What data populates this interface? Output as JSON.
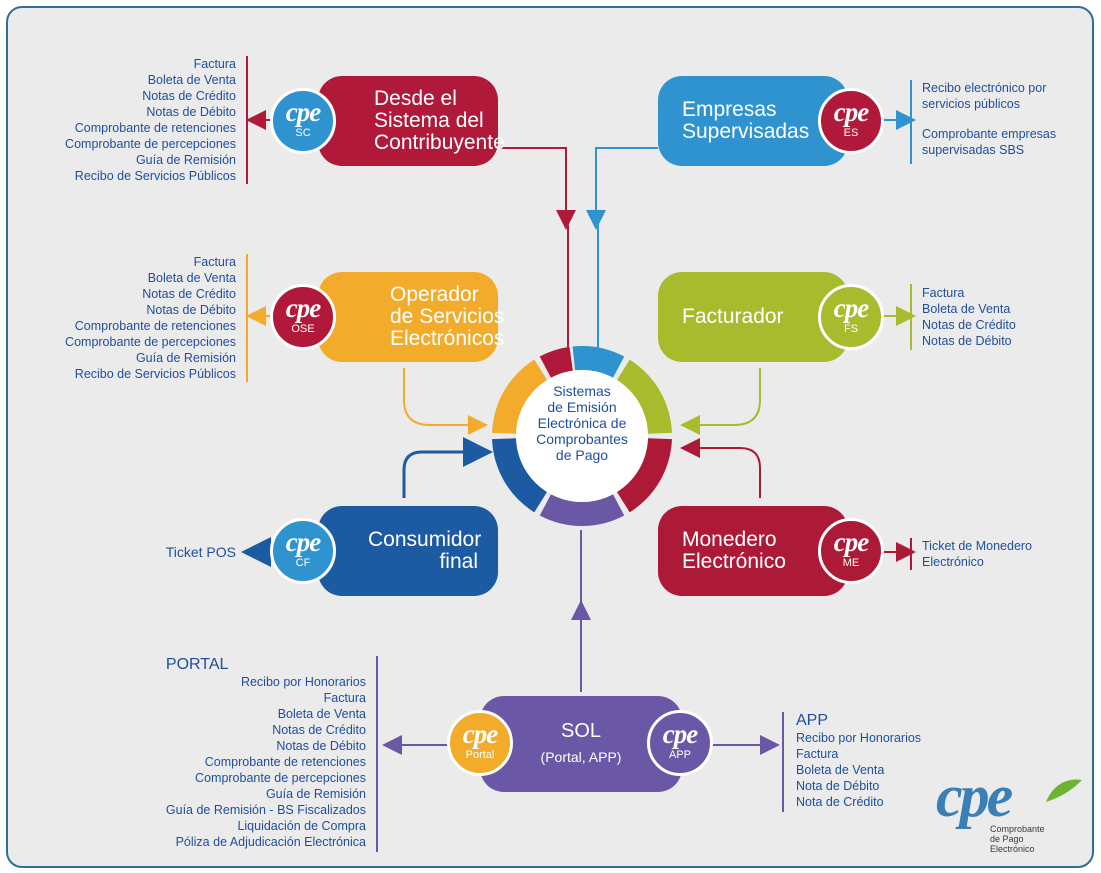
{
  "colors": {
    "sc": "#b0193a",
    "es": "#2f93d0",
    "ose": "#f2ab2a",
    "fs": "#a7bb2c",
    "cf": "#1c5aa2",
    "me": "#ad1a38",
    "sol": "#6a58a6",
    "text": "#1f4e9c",
    "logo_blue": "#3a7fb5",
    "logo_green": "#6cb233"
  },
  "center": {
    "lines": [
      "Sistemas",
      "de Emisión",
      "Electrónica de",
      "Comprobantes",
      "de Pago"
    ]
  },
  "badge_logo": "cpe",
  "nodes": {
    "sc": {
      "title": "Desde el\nSistema del\nContribuyente",
      "badge": "SC",
      "items": [
        "Factura",
        "Boleta de Venta",
        "Notas de Crédito",
        "Notas de Débito",
        "Comprobante de retenciones",
        "Comprobante de percepciones",
        "Guía de Remisión",
        "Recibo de Servicios Públicos"
      ]
    },
    "es": {
      "title": "Empresas\nSupervisadas",
      "badge": "ES",
      "items": [
        "Recibo electrónico por",
        "servicios públicos",
        "",
        "Comprobante empresas",
        "supervisadas SBS"
      ]
    },
    "ose": {
      "title": "Operador\nde Servicios\nElectrónicos",
      "badge": "OSE",
      "items": [
        "Factura",
        "Boleta de Venta",
        "Notas de Crédito",
        "Notas de Débito",
        "Comprobante de retenciones",
        "Comprobante de percepciones",
        "Guía de Remisión",
        "Recibo de Servicios Públicos"
      ]
    },
    "fs": {
      "title": "Facturador",
      "badge": "FS",
      "items": [
        "Factura",
        "Boleta de Venta",
        "Notas de Crédito",
        "Notas de Débito"
      ]
    },
    "cf": {
      "title": "Consumidor\nfinal",
      "badge": "CF",
      "items": [
        "Ticket POS"
      ]
    },
    "me": {
      "title": "Monedero\nElectrónico",
      "badge": "ME",
      "items": [
        "Ticket de Monedero",
        "Electrónico"
      ]
    },
    "sol": {
      "title": "SOL",
      "subtitle": "(Portal, APP)",
      "badge_left": "Portal",
      "badge_right": "APP"
    }
  },
  "portal": {
    "heading": "PORTAL",
    "items": [
      "Recibo por Honorarios",
      "Factura",
      "Boleta de Venta",
      "Notas de Crédito",
      "Notas de Débito",
      "Comprobante de retenciones",
      "Comprobante de percepciones",
      "Guía de Remisión",
      "Guía de Remisión - BS Fiscalizados",
      "Liquidación de Compra",
      "Póliza de Adjudicación Electrónica"
    ]
  },
  "app": {
    "heading": "APP",
    "items": [
      "Recibo por Honorarios",
      "Factura",
      "Boleta de Venta",
      "Nota de Débito",
      "Nota de Crédito"
    ]
  },
  "logo": {
    "mark": "cpe",
    "caption": [
      "Comprobante",
      "de Pago",
      "Electrónico"
    ]
  }
}
